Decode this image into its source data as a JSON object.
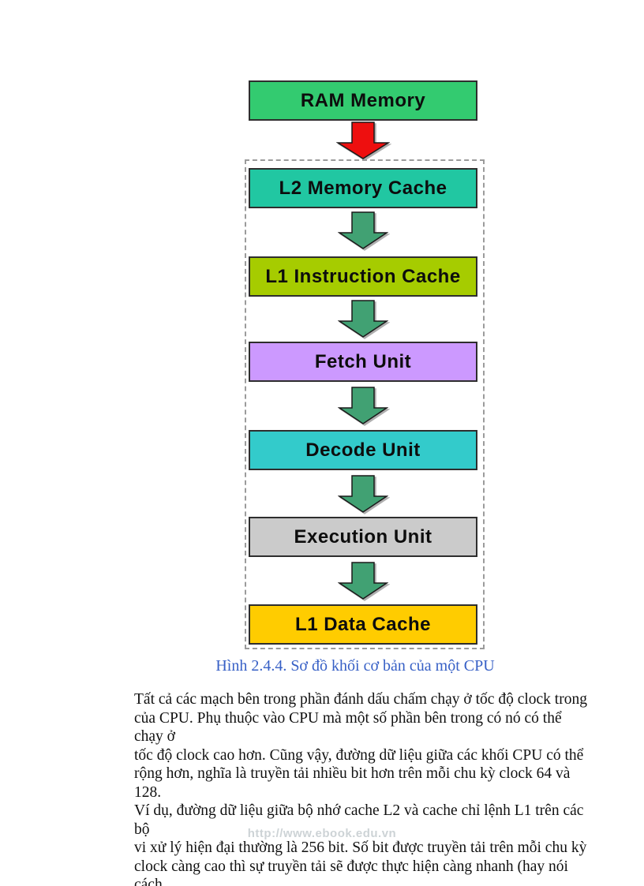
{
  "figure": {
    "ram_box": {
      "label": "RAM Memory",
      "fill": "#33CB70"
    },
    "boxes": [
      {
        "id": "l2-memory-cache",
        "label": "L2 Memory Cache",
        "fill": "#21C7A2"
      },
      {
        "id": "l1-instruction-cache",
        "label": "L1 Instruction Cache",
        "fill": "#A6CC00"
      },
      {
        "id": "fetch-unit",
        "label": "Fetch Unit",
        "fill": "#CC99FF"
      },
      {
        "id": "decode-unit",
        "label": "Decode Unit",
        "fill": "#33CBCB"
      },
      {
        "id": "execution-unit",
        "label": "Execution Unit",
        "fill": "#CBCBCB"
      },
      {
        "id": "l1-data-cache",
        "label": "L1 Data Cache",
        "fill": "#FFCC00"
      }
    ],
    "red_arrow_color": "#EE0F0F",
    "green_arrow_color": "#41A173",
    "dashed_border_color": "#9B9B9B"
  },
  "caption": {
    "text": "Hình 2.4.4. Sơ đồ khối cơ bản của một CPU",
    "color": "#3760C6"
  },
  "body": {
    "paragraph": "Tất cả các mạch bên trong phần đánh dấu chấm chạy ở tốc độ clock trong\ncủa CPU. Phụ thuộc vào CPU mà một số phần bên trong có nó có thể chạy ở\ntốc độ clock cao hơn. Cũng vậy, đường dữ liệu giữa các khối CPU có thể\nrộng hơn, nghĩa là truyền tải nhiều bit hơn trên mỗi chu kỳ clock 64 và 128.\nVí dụ, đường dữ liệu giữa bộ nhớ cache L2 và cache chỉ lệnh L1 trên các bộ\nvi xử lý hiện đại thường là 256 bit. Số bit được truyền tải trên mỗi chu kỳ\nclock càng cao thì sự truyền tải sẽ được thực hiện càng nhanh (hay nói cách"
  },
  "watermark": {
    "text": "http://www.ebook.edu.vn",
    "color": "#CDD3D6"
  }
}
